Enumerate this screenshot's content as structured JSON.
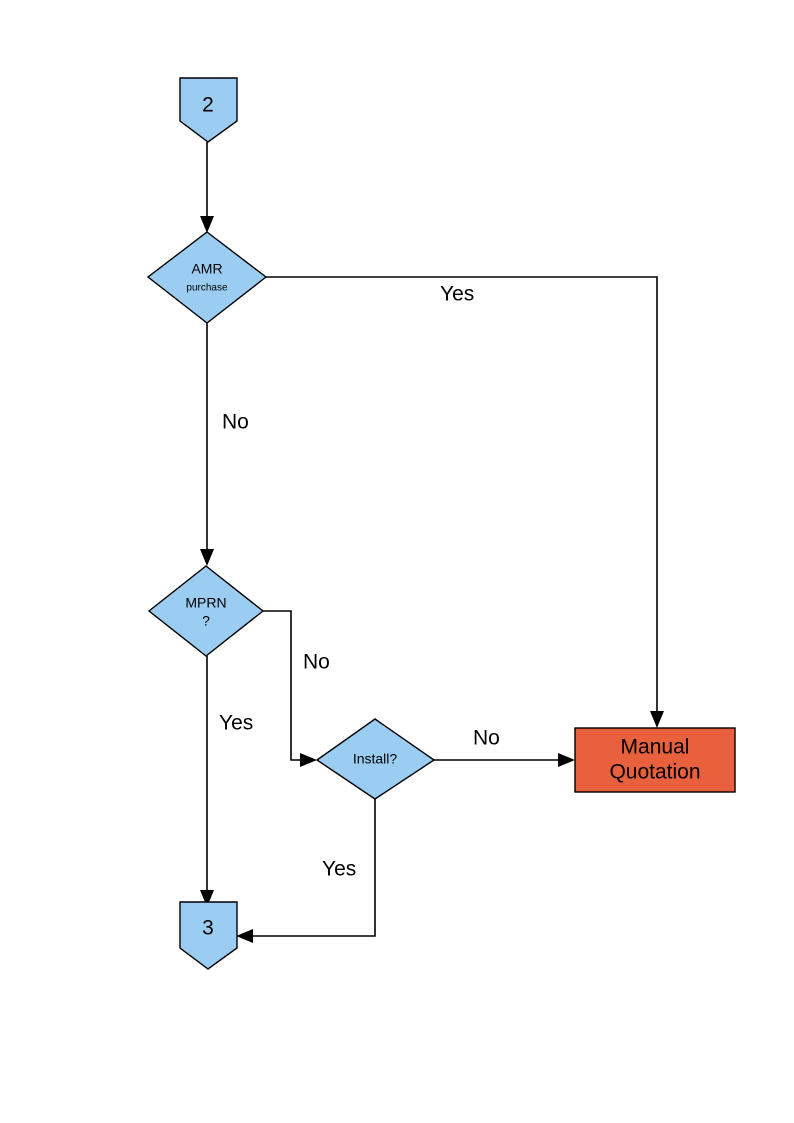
{
  "diagram": {
    "type": "flowchart",
    "title": "",
    "background_color": "#ffffff",
    "palette": {
      "process_fill": "#9BCDF2",
      "decision_fill": "#9BCDF2",
      "connector_fill": "#9BCDF2",
      "terminal_fill": "#E8603C",
      "stroke": "#000000",
      "text": "#000000"
    },
    "nodes": {
      "connector_in": {
        "shape": "pentagon-connector",
        "label": "2"
      },
      "decision_amr": {
        "shape": "diamond",
        "label_line1": "AMR",
        "label_line2": "purchase"
      },
      "decision_mprn": {
        "shape": "diamond",
        "label_line1": "MPRN",
        "label_line2": "?"
      },
      "decision_install": {
        "shape": "diamond",
        "label": "Install?"
      },
      "terminal_manual_quotation": {
        "shape": "rectangle",
        "label_line1": "Manual",
        "label_line2": "Quotation"
      },
      "connector_out": {
        "shape": "pentagon-connector",
        "label": "3"
      }
    },
    "edges": [
      {
        "id": "e-start-amr",
        "from": "connector_in",
        "to": "decision_amr",
        "label": ""
      },
      {
        "id": "e-amr-yes",
        "from": "decision_amr",
        "to": "terminal_manual_quotation",
        "label": "Yes"
      },
      {
        "id": "e-amr-no",
        "from": "decision_amr",
        "to": "decision_mprn",
        "label": "No"
      },
      {
        "id": "e-mprn-no",
        "from": "decision_mprn",
        "to": "decision_install",
        "label": "No"
      },
      {
        "id": "e-mprn-yes",
        "from": "decision_mprn",
        "to": "connector_out",
        "label": "Yes"
      },
      {
        "id": "e-install-no",
        "from": "decision_install",
        "to": "terminal_manual_quotation",
        "label": "No"
      },
      {
        "id": "e-install-yes",
        "from": "decision_install",
        "to": "connector_out",
        "label": "Yes"
      }
    ],
    "edge_labels": {
      "amr_yes": "Yes",
      "amr_no": "No",
      "mprn_no": "No",
      "mprn_yes": "Yes",
      "install_no": "No",
      "install_yes": "Yes"
    }
  }
}
